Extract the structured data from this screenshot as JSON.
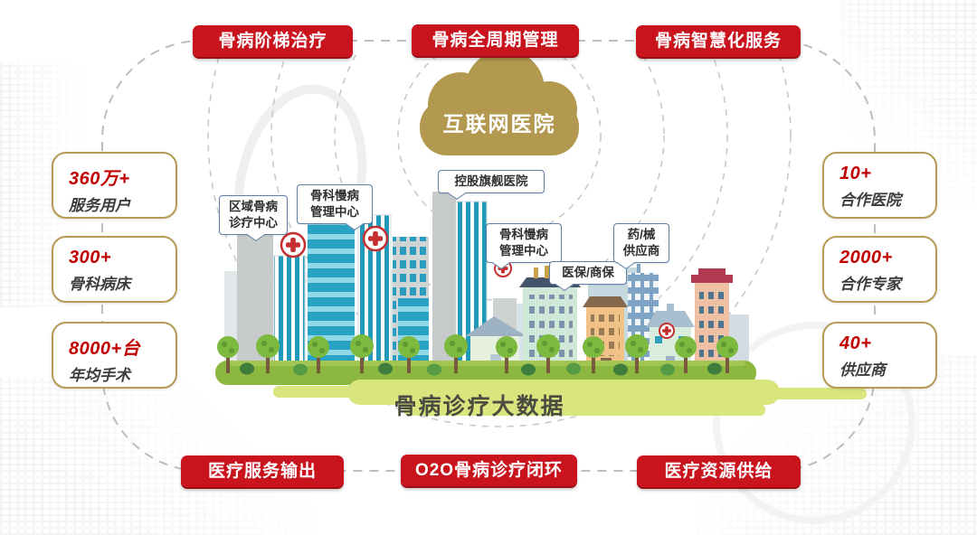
{
  "colors": {
    "banner_red": "#c9141e",
    "cloud_gold": "#b2994f",
    "stat_border_gold": "#b79a56",
    "stat_number_red": "#c00000",
    "bubble_border_blue": "#5d7fa3",
    "grass_green": "#8cb83f",
    "light_green": "#d9e67e",
    "dash_gray": "#bdbdbd"
  },
  "top_banners": [
    {
      "label": "骨病阶梯治疗"
    },
    {
      "label": "骨病全周期管理"
    },
    {
      "label": "骨病智慧化服务"
    }
  ],
  "bottom_banners": [
    {
      "label": "医疗服务输出"
    },
    {
      "label": "O2O骨病诊疗闭环"
    },
    {
      "label": "医疗资源供给"
    }
  ],
  "cloud": {
    "label": "互联网医院"
  },
  "left_stats": [
    {
      "value": "360万+",
      "label": "服务用户"
    },
    {
      "value": "300+",
      "label": "骨科病床"
    },
    {
      "value": "8000+台",
      "label": "年均手术"
    }
  ],
  "right_stats": [
    {
      "value": "10+",
      "label": "合作医院"
    },
    {
      "value": "2000+",
      "label": "合作专家"
    },
    {
      "value": "40+",
      "label": "供应商"
    }
  ],
  "building_labels": {
    "regional_center": {
      "line1": "区域骨病",
      "line2": "诊疗中心"
    },
    "chronic_center_left": {
      "line1": "骨科慢病",
      "line2": "管理中心"
    },
    "flagship_hospital": {
      "line1": "控股旗舰医院"
    },
    "chronic_center_right": {
      "line1": "骨科慢病",
      "line2": "管理中心"
    },
    "insurance": {
      "line1": "医保/商保"
    },
    "pharma_supplier": {
      "line1": "药/械",
      "line2": "供应商"
    }
  },
  "big_data_label": "骨病诊疗大数据"
}
